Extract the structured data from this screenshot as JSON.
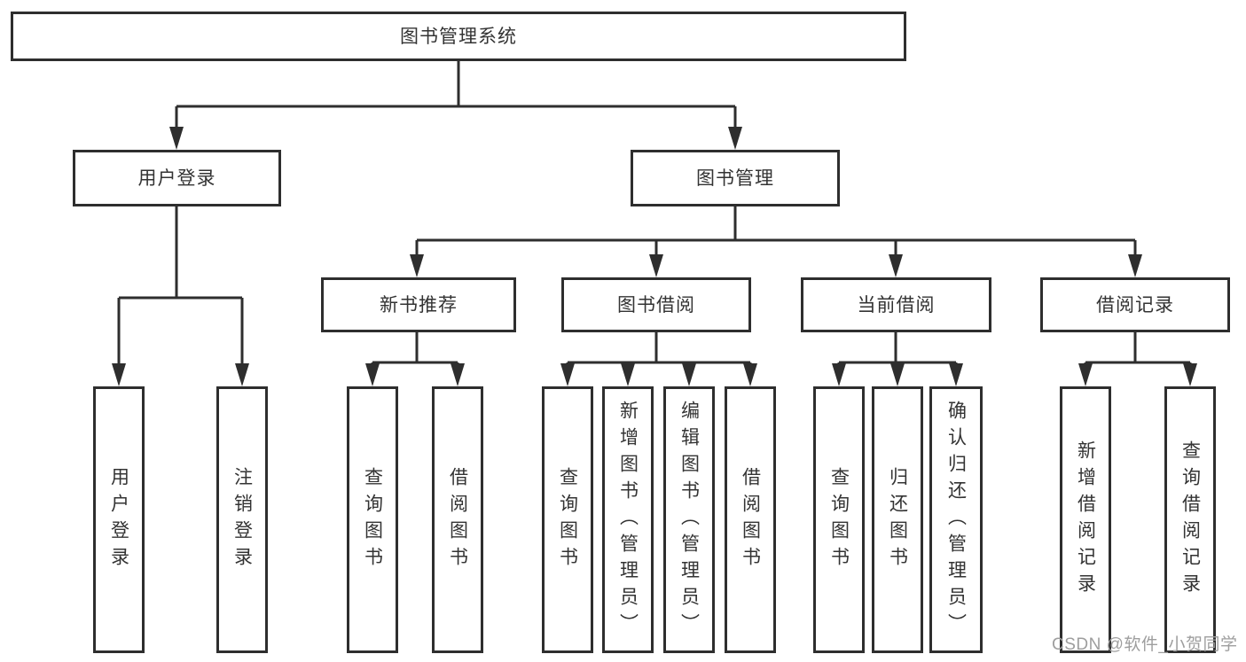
{
  "diagram": {
    "type": "hierarchy-tree",
    "root": {
      "label": "图书管理系统"
    },
    "branches": [
      {
        "label": "用户登录",
        "children": [
          "用户登录",
          "注销登录"
        ]
      },
      {
        "label": "图书管理",
        "children": [
          {
            "label": "新书推荐",
            "children": [
              "查询图书",
              "借阅图书"
            ]
          },
          {
            "label": "图书借阅",
            "children": [
              "查询图书",
              "新增图书（管理员）",
              "编辑图书（管理员）",
              "借阅图书"
            ]
          },
          {
            "label": "当前借阅",
            "children": [
              "查询图书",
              "归还图书",
              "确认归还（管理员）"
            ]
          },
          {
            "label": "借阅记录",
            "children": [
              "新增借阅记录",
              "查询借阅记录"
            ]
          }
        ]
      }
    ]
  },
  "watermark": {
    "text": "CSDN @软件_小贺同学"
  },
  "colors": {
    "line": "#2e2e2e",
    "box_border": "#2e2e2e",
    "text": "#333333",
    "watermark": "#9e9e9e",
    "background": "#ffffff"
  }
}
